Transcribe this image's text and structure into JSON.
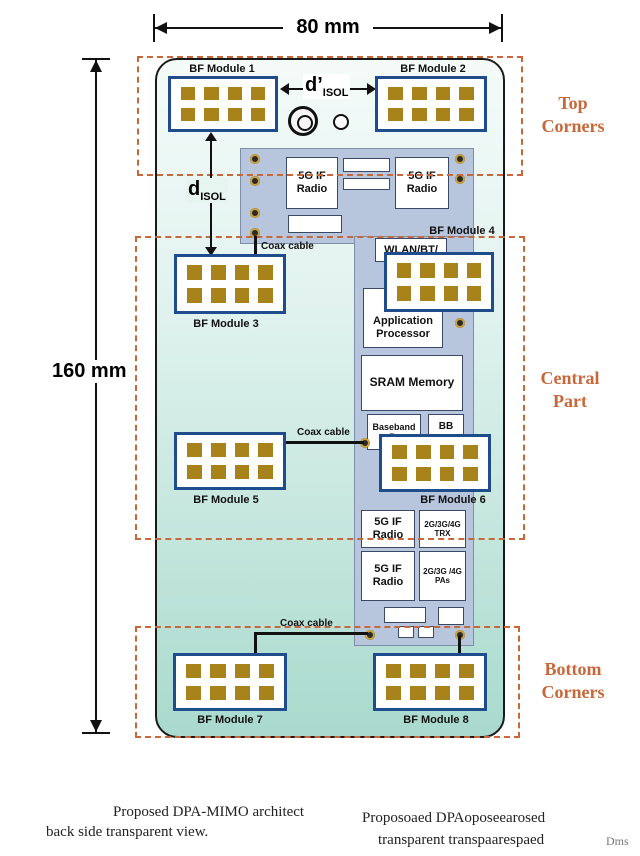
{
  "dimensions": {
    "width": "80 mm",
    "height": "160 mm",
    "d_isol_prime": "d’",
    "d_isol_prime_sub": "ISOL",
    "d_isol": "d",
    "d_isol_sub": "ISOL"
  },
  "regions": {
    "top": "Top Corners",
    "central": "Central Part",
    "bottom": "Bottom Corners"
  },
  "modules": [
    "BF Module 1",
    "BF Module 2",
    "BF Module 3",
    "BF Module 4",
    "BF Module 5",
    "BF Module 6",
    "BF Module 7",
    "BF Module 8"
  ],
  "chips": {
    "if_radio_a": "5G IF Radio",
    "if_radio_b": "5G IF Radio",
    "wlan": "WLAN/BT/",
    "app_proc": "Application Processor",
    "sram": "SRAM Memory",
    "baseband": "Baseband Pr",
    "bb": "BB",
    "if_radio_c": "5G IF Radio",
    "trx": "2G/3G/4G TRX",
    "if_radio_d": "5G IF Radio",
    "pas": "2G/3G /4G PAs"
  },
  "coax_labels": [
    "Coax cable",
    "Coax cable",
    "Coax cable"
  ],
  "caption": {
    "line1a": "Proposed DPA-MIMO architect",
    "line1b": "Proposoaed DPAoposeearosed",
    "line2a": "back side transparent view.",
    "line2b": "transparent transpaarespaed",
    "tail": "Dms"
  },
  "colors": {
    "accent": "#c8683a",
    "module_border": "#1f4c8a",
    "element": "#a8821a",
    "board": "#b7c6dd"
  }
}
